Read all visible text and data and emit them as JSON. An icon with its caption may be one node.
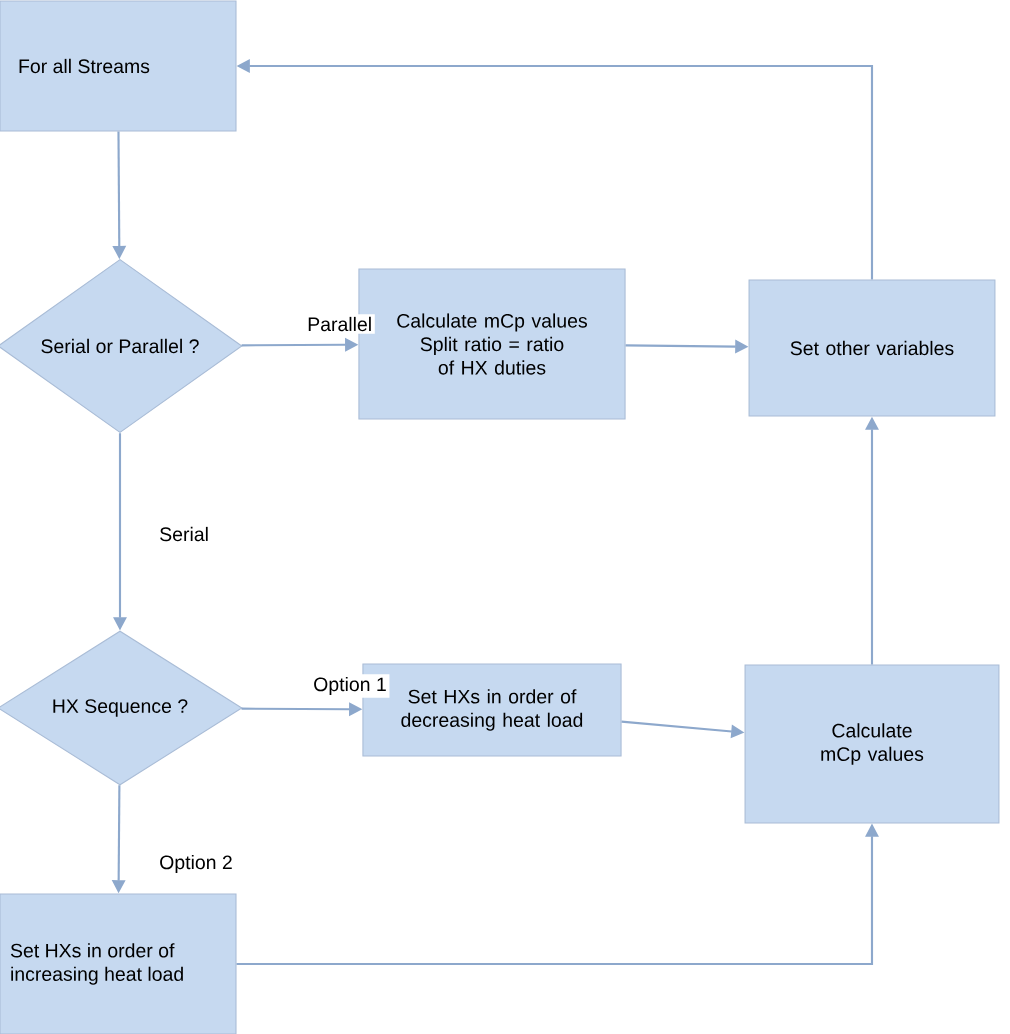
{
  "diagram": {
    "nodes": [
      {
        "text": [
          "For all Streams"
        ]
      },
      {
        "text": [
          "Serial or Parallel ?"
        ]
      },
      {
        "text": [
          "Calculate mCp values",
          "Split ratio = ratio of HX duties"
        ]
      },
      {
        "text": [
          "Set other variables"
        ]
      },
      {
        "text": [
          "HX Sequence ?"
        ]
      },
      {
        "text": [
          "Set HXs in order of decreasing heat load"
        ]
      },
      {
        "text": [
          "Calculate mCp values"
        ]
      },
      {
        "text": [
          "Set HXs in order of increasing heat load"
        ]
      }
    ],
    "edges": [
      {
        "from": 0,
        "to": 1,
        "arrow": "to"
      },
      {
        "from": 1,
        "to": 2,
        "arrow": "to",
        "label": "Parallel"
      },
      {
        "from": 2,
        "to": 3,
        "arrow": "to"
      },
      {
        "from": 3,
        "to": 0,
        "arrow": "to"
      },
      {
        "from": 1,
        "to": 4,
        "arrow": "to",
        "label": "Serial"
      },
      {
        "from": 4,
        "to": 5,
        "arrow": "to",
        "label": "Option 1"
      },
      {
        "from": 5,
        "to": 6,
        "arrow": "to"
      },
      {
        "from": 4,
        "to": 7,
        "arrow": "to",
        "label": "Option 2"
      },
      {
        "from": 7,
        "to": 6,
        "arrow": "to"
      },
      {
        "from": 6,
        "to": 3,
        "arrow": "to"
      }
    ]
  }
}
